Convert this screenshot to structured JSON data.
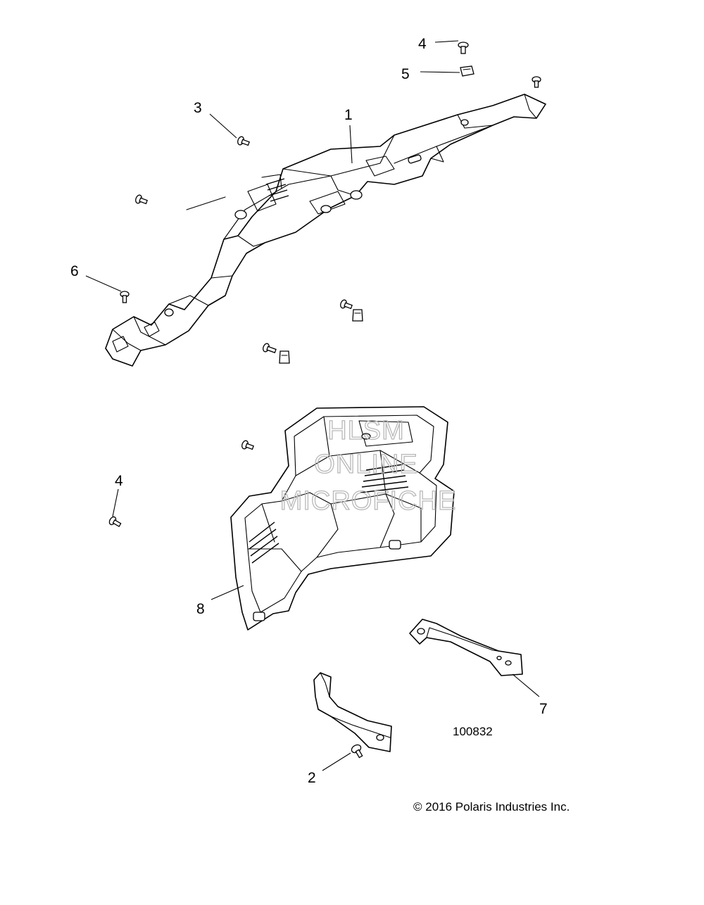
{
  "callouts": {
    "c1": "1",
    "c2": "2",
    "c3": "3",
    "c4_top": "4",
    "c4_left": "4",
    "c5": "5",
    "c6": "6",
    "c7": "7",
    "c8": "8"
  },
  "figure_number": "100832",
  "copyright": "© 2016 Polaris Industries Inc.",
  "watermark": {
    "line1": "HLSM",
    "line2": "ONLINE",
    "line3": "MICROFICHE",
    "color": "#b8b8b8"
  }
}
